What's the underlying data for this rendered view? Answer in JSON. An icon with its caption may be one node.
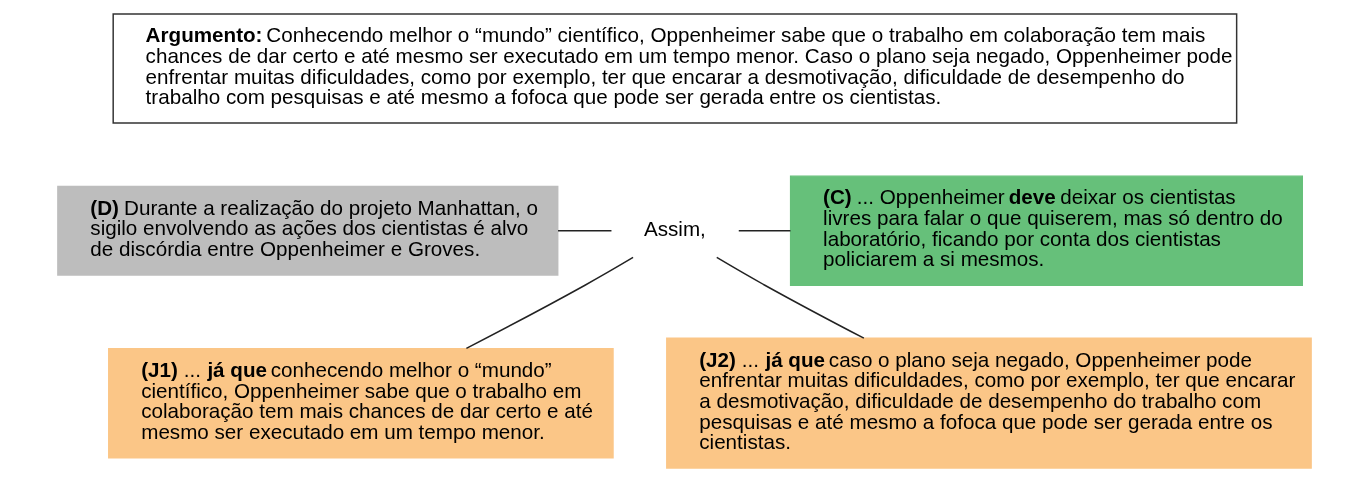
{
  "diagram": {
    "nodes": [
      {
        "text": [
          "**Argumento:** Conhecendo melhor o “mundo” científico, Oppenheimer sabe que o trabalho em colaboração tem mais chances de dar certo e até mesmo ser executado em um tempo menor. Caso o plano seja negado, Oppenheimer pode enfrentar muitas dificuldades, como por exemplo, ter que encarar a desmotivação, dificuldade de desempenho do trabalho com pesquisas e até mesmo a fofoca que pode ser gerada entre os cientistas."
        ]
      },
      {
        "text": [
          "**(D)** Durante a realização do projeto Manhattan, o sigilo envolvendo as ações dos cientistas é alvo de discórdia entre Oppenheimer e Groves."
        ]
      },
      {
        "text": [
          "Assim,"
        ]
      },
      {
        "text": [
          "**(C)** ... Oppenheimer **deve** deixar os cientistas livres para falar o que quiserem, mas só dentro do laboratório, ficando por conta dos cientistas policiarem a si mesmos."
        ]
      },
      {
        "text": [
          "**(J1)** ... **já que** conhecendo melhor o “mundo” científico, Oppenheimer sabe que o trabalho em colaboração tem mais chances de dar certo e até mesmo ser executado em um tempo menor."
        ]
      },
      {
        "text": [
          "**(J2)** ... **já que** caso o plano seja negado, Oppenheimer pode enfrentar muitas dificuldades, como por exemplo, ter que encarar a desmotivação, dificuldade de desempenho do trabalho com pesquisas e até mesmo a fofoca que pode ser gerada entre os cientistas."
        ]
      }
    ],
    "edges": [
      {
        "from": 1,
        "to": 2,
        "arrow": "none"
      },
      {
        "from": 2,
        "to": 3,
        "arrow": "none"
      },
      {
        "from": 2,
        "to": 4,
        "arrow": "none"
      },
      {
        "from": 2,
        "to": 5,
        "arrow": "none"
      }
    ]
  }
}
